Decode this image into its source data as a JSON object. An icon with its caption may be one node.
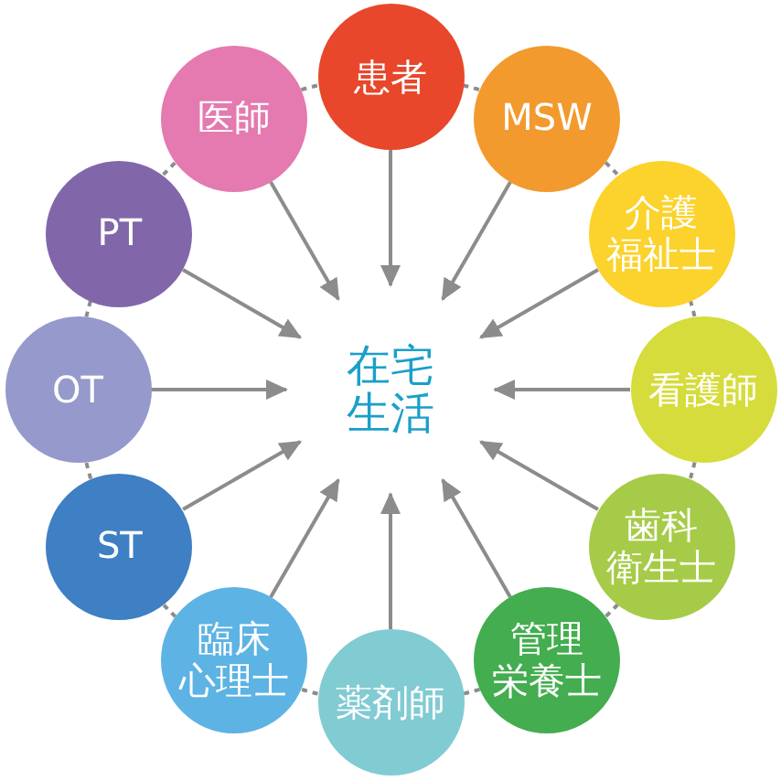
{
  "diagram": {
    "nodes": [
      {
        "text": [
          "患者"
        ]
      },
      {
        "text": [
          "MSW"
        ]
      },
      {
        "text": [
          "介護福祉士"
        ]
      },
      {
        "text": [
          "看護師"
        ]
      },
      {
        "text": [
          "歯科衛生士"
        ]
      },
      {
        "text": [
          "管理栄養士"
        ]
      },
      {
        "text": [
          "薬剤師"
        ]
      },
      {
        "text": [
          "臨床心理士"
        ]
      },
      {
        "text": [
          "ST"
        ]
      },
      {
        "text": [
          "OT"
        ]
      },
      {
        "text": [
          "PT"
        ]
      },
      {
        "text": [
          "医師"
        ]
      },
      {
        "text": [
          "在宅生活"
        ]
      }
    ],
    "edges": [
      {
        "from": 0,
        "to": 12,
        "arrow": "to"
      },
      {
        "from": 1,
        "to": 12,
        "arrow": "to"
      },
      {
        "from": 2,
        "to": 12,
        "arrow": "to"
      },
      {
        "from": 3,
        "to": 12,
        "arrow": "to"
      },
      {
        "from": 4,
        "to": 12,
        "arrow": "to"
      },
      {
        "from": 5,
        "to": 12,
        "arrow": "to"
      },
      {
        "from": 6,
        "to": 12,
        "arrow": "to"
      },
      {
        "from": 7,
        "to": 12,
        "arrow": "to"
      },
      {
        "from": 8,
        "to": 12,
        "arrow": "to"
      },
      {
        "from": 9,
        "to": 12,
        "arrow": "to"
      },
      {
        "from": 10,
        "to": 12,
        "arrow": "to"
      },
      {
        "from": 11,
        "to": 12,
        "arrow": "to"
      },
      {
        "from": 0,
        "to": 1,
        "arrow": "none",
        "style": "dashed"
      },
      {
        "from": 1,
        "to": 2,
        "arrow": "none",
        "style": "dashed"
      },
      {
        "from": 2,
        "to": 3,
        "arrow": "none",
        "style": "dashed"
      },
      {
        "from": 3,
        "to": 4,
        "arrow": "none",
        "style": "dashed"
      },
      {
        "from": 4,
        "to": 5,
        "arrow": "none",
        "style": "dashed"
      },
      {
        "from": 5,
        "to": 6,
        "arrow": "none",
        "style": "dashed"
      },
      {
        "from": 6,
        "to": 7,
        "arrow": "none",
        "style": "dashed"
      },
      {
        "from": 7,
        "to": 8,
        "arrow": "none",
        "style": "dashed"
      },
      {
        "from": 8,
        "to": 9,
        "arrow": "none",
        "style": "dashed"
      },
      {
        "from": 9,
        "to": 10,
        "arrow": "none",
        "style": "dashed"
      },
      {
        "from": 10,
        "to": 11,
        "arrow": "none",
        "style": "dashed"
      },
      {
        "from": 11,
        "to": 0,
        "arrow": "none",
        "style": "dashed"
      }
    ]
  }
}
